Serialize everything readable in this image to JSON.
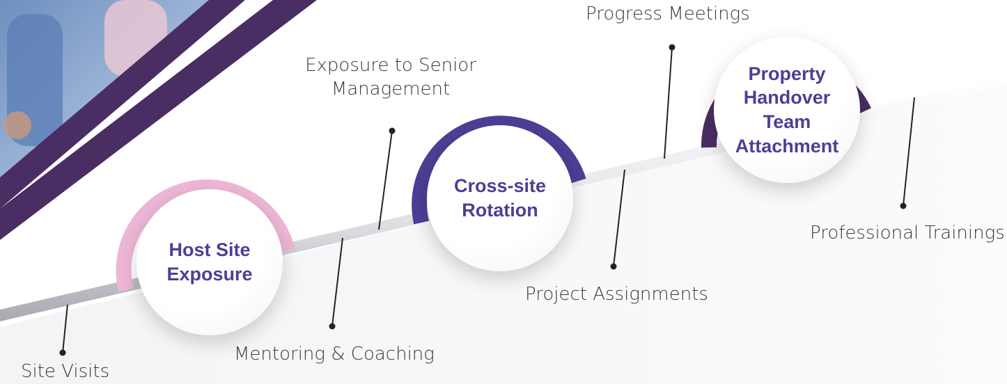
{
  "milestones": [
    {
      "id": "host-site",
      "label": "Host Site\nExposure",
      "line1": "Host Site",
      "line2": "Exposure",
      "arc_color": "#eeb7d6"
    },
    {
      "id": "cross-site",
      "label": "Cross-site\nRotation",
      "line1": "Cross-site",
      "line2": "Rotation",
      "arc_color": "#4e3e96"
    },
    {
      "id": "property-handover",
      "line1": "Property",
      "line2": "Handover",
      "line3": "Team",
      "line4": "Attachment",
      "arc_color": "#4a2d63"
    }
  ],
  "activities": {
    "site_visits": "Site Visits",
    "mentoring": "Mentoring & Coaching",
    "exposure_line1": "Exposure to Senior",
    "exposure_line2": "Management",
    "project_assignments": "Project Assignments",
    "progress_meetings": "Progress Meetings",
    "professional_trainings": "Professional Trainings"
  },
  "colors": {
    "text": "#3a3a3a",
    "milestone_text": "#4e3e96",
    "stripe": "#4a2d63",
    "connector": "#222222"
  }
}
